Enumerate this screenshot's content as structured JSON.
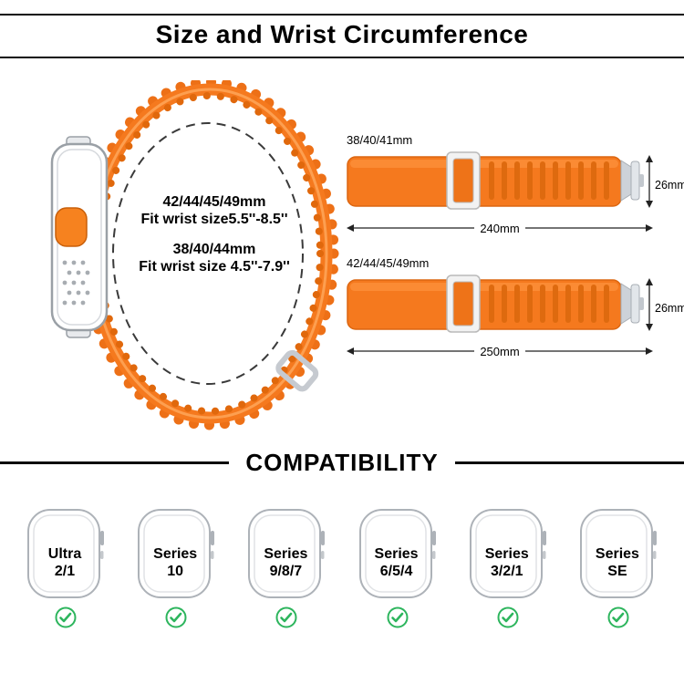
{
  "header": {
    "title": "Size and Wrist Circumference"
  },
  "loop_info": {
    "size_large": "42/44/45/49mm",
    "fit_large": "Fit wrist size5.5''-8.5''",
    "size_small": "38/40/44mm",
    "fit_small": "Fit wrist size 4.5''-7.9''"
  },
  "bands": [
    {
      "size_label": "38/40/41mm",
      "width": "26mm",
      "length": "240mm"
    },
    {
      "size_label": "42/44/45/49mm",
      "width": "26mm",
      "length": "250mm"
    }
  ],
  "compatibility": {
    "heading": "COMPATIBILITY",
    "models": [
      {
        "name": "Ultra",
        "variant": "2/1"
      },
      {
        "name": "Series",
        "variant": "10"
      },
      {
        "name": "Series",
        "variant": "9/8/7"
      },
      {
        "name": "Series",
        "variant": "6/5/4"
      },
      {
        "name": "Series",
        "variant": "3/2/1"
      },
      {
        "name": "Series",
        "variant": "SE"
      }
    ]
  },
  "colors": {
    "band_orange": "#F5791E",
    "band_orange_dark": "#DE6A0F",
    "check_green": "#2DB55D",
    "dimension_line": "#222222"
  }
}
